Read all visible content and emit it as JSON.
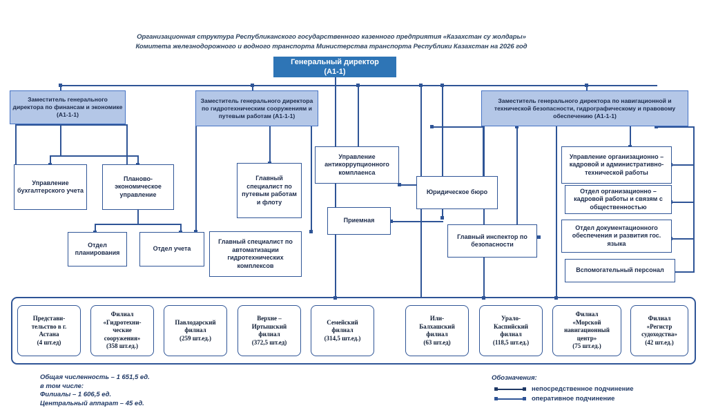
{
  "title": {
    "line1": "Организационная структура Республиканского государственного казенного предприятия «Казахстан су жолдары»",
    "line2": "Комитета железнодорожного и водного транспорта Министерства транспорта Республики Казахстан на 2026 год"
  },
  "head": {
    "label": "Генеральный директор\n(А1-1)"
  },
  "deputies": [
    {
      "label": "Заместитель генерального директора по финансам и экономике (А1-1-1)"
    },
    {
      "label": "Заместитель генерального директора по гидротехническим сооружениям и путевым работам (А1-1-1)"
    },
    {
      "label": "Заместитель генерального директора по навигационной и технической безопасности, гидрографическому и правовому обеспечению (А1-1-1)"
    }
  ],
  "units": {
    "accounting": "Управление бухгалтерского учета",
    "planning_economic": "Планово-экономическое управление",
    "planning_dept": "Отдел планирования",
    "accounting_dept": "Отдел учета",
    "chief_spec_track": "Главный специалист по путевым работам и флоту",
    "chief_spec_automation": "Главный специалист по автоматизации гидротехнических комплексов",
    "anticorruption": "Управление антикоррупционного комплаенса",
    "reception": "Приемная",
    "legal_bureau": "Юридическое бюро",
    "chief_inspector": "Главный инспектор по безопасности",
    "hr_admin": "Управление организационно – кадровой и административно-технической работы",
    "hr_pr_dept": "Отдел организационно – кадровой работы и связям с общественностью",
    "doc_dept": "Отдел документационного обеспечения и развития гос. языка",
    "support_staff": "Вспомогательный персонал"
  },
  "branches": [
    {
      "label": "Представи-\nтельство в г.\nАстана\n(4 шт.ед)"
    },
    {
      "label": "Филиал\n«Гидротехни-\nческие\nсооружения»\n(358 шт.ед.)"
    },
    {
      "label": "Павлодарский\nфилиал\n(259 шт.ед.)"
    },
    {
      "label": "Верхне –\nИртышский\nфилиал\n(372,5 шт.ед)"
    },
    {
      "label": "Семейский\nфилиал\n(314,5 шт.ед.)"
    },
    {
      "label": "Или-\nБалхашский\nфилиал\n(63 шт.ед)"
    },
    {
      "label": "Урало-\nКаспийский\nфилиал\n(118,5 шт.ед.)"
    },
    {
      "label": "Филиал\n«Морской\nнавигационный\nцентр»\n(75 шт.ед.)"
    },
    {
      "label": "Филиал\n«Регистр\nсудоходства»\n(42 шт.ед.)"
    }
  ],
  "footer": {
    "total": "Общая численность – 1 651,5 ед.",
    "including": "в том числе:",
    "branches": "Филиалы – 1 606,5 ед.",
    "central": "Центральный аппарат – 45 ед."
  },
  "legend": {
    "title": "Обозначения:",
    "direct": "непосредственное подчинение",
    "operational": "оперативное подчинение"
  },
  "colors": {
    "head_fill": "#2e75b6",
    "deputy_fill": "#b4c7e7",
    "line": "#2e5496",
    "line_operational": "#4472c4",
    "title_text": "#2f4560",
    "footer_text": "#1f3864"
  }
}
